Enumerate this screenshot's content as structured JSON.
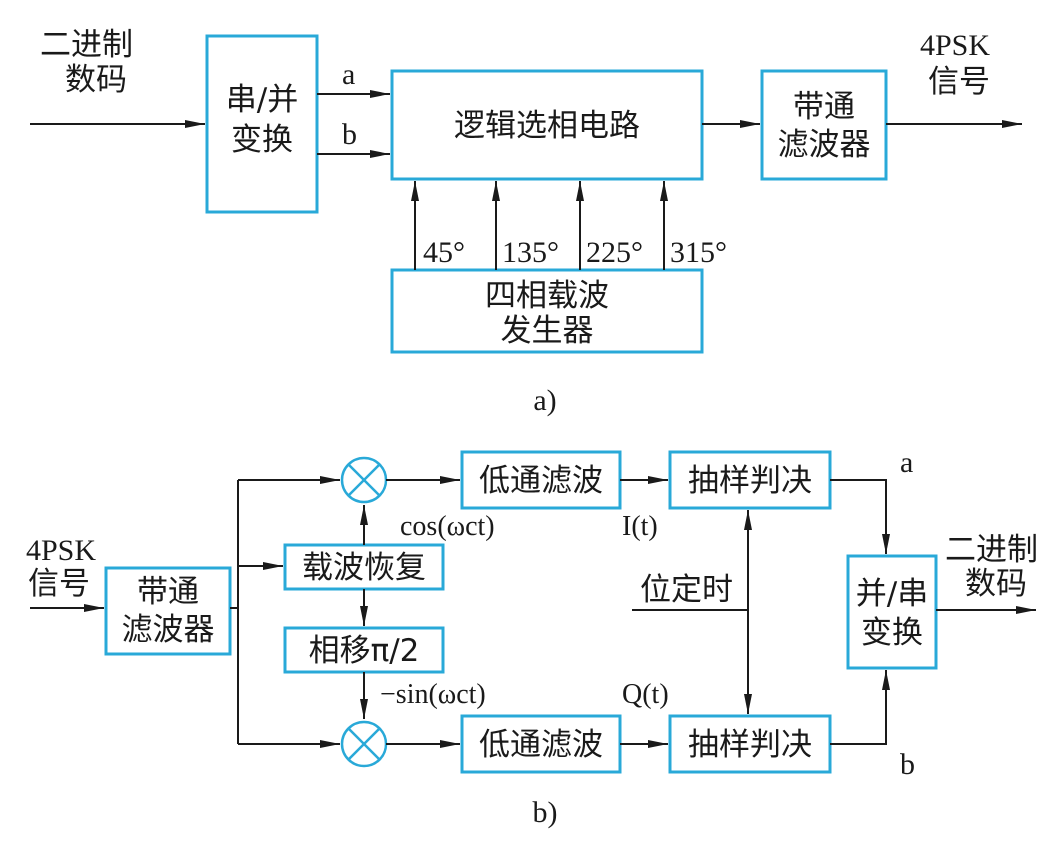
{
  "diagram_a": {
    "input_label": [
      "二进制",
      "数码"
    ],
    "sp_converter": [
      "串/并",
      "变换"
    ],
    "branch_a": "a",
    "branch_b": "b",
    "logic_circuit": "逻辑选相电路",
    "bandpass_filter": [
      "带通",
      "滤波器"
    ],
    "output_label": [
      "4PSK",
      "信号"
    ],
    "phases": [
      "45°",
      "135°",
      "225°",
      "315°"
    ],
    "carrier_generator": [
      "四相载波",
      "发生器"
    ],
    "caption": "a)"
  },
  "diagram_b": {
    "input_label": [
      "4PSK",
      "信号"
    ],
    "bandpass_filter": [
      "带通",
      "滤波器"
    ],
    "carrier_recovery": "载波恢复",
    "phase_shift": "相移π/2",
    "lowpass_filter": "低通滤波",
    "sample_decide": "抽样判决",
    "ps_converter": [
      "并/串",
      "变换"
    ],
    "output_label": [
      "二进制",
      "数码"
    ],
    "cos_label": "cos(ωct)",
    "sin_label": "−sin(ωct)",
    "i_label": "I(t)",
    "q_label": "Q(t)",
    "timing_label": "位定时",
    "out_a": "a",
    "out_b": "b",
    "caption": "b)"
  },
  "colors": {
    "block_border": "#29a9d8",
    "line": "#1a1a1a"
  }
}
